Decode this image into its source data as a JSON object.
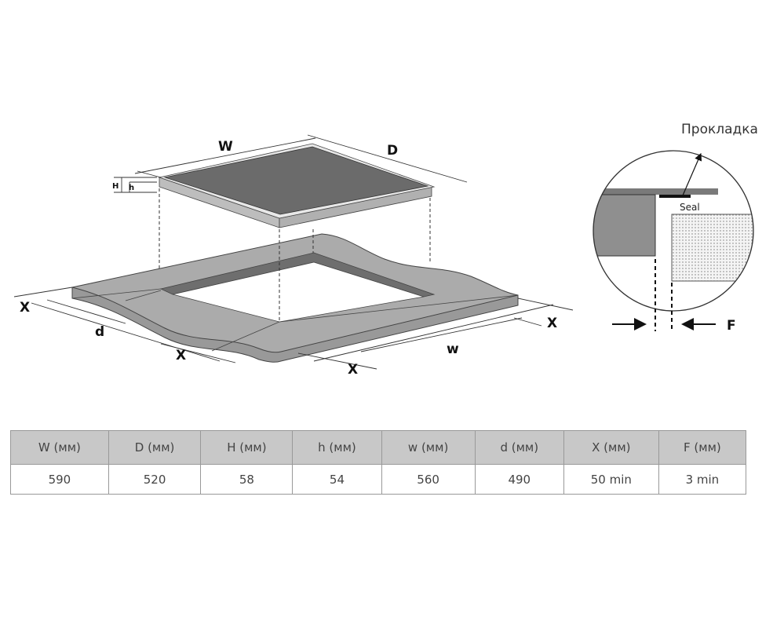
{
  "labels": {
    "W": "W",
    "D": "D",
    "H": "H",
    "h": "h",
    "d": "d",
    "w": "w",
    "X": "X",
    "F": "F",
    "gasket": "Прокладка",
    "seal": "Seal"
  },
  "table": {
    "headers": [
      "W (мм)",
      "D (мм)",
      "H (мм)",
      "h (мм)",
      "w (мм)",
      "d (мм)",
      "X (мм)",
      "F (мм)"
    ],
    "values": [
      "590",
      "520",
      "58",
      "54",
      "560",
      "490",
      "50 min",
      "3 min"
    ]
  },
  "colors": {
    "hob_surface": "#6b6b6b",
    "hob_side": "#b5b5b5",
    "countertop": "#a9a9a9",
    "table_header": "#c8c8c8"
  }
}
